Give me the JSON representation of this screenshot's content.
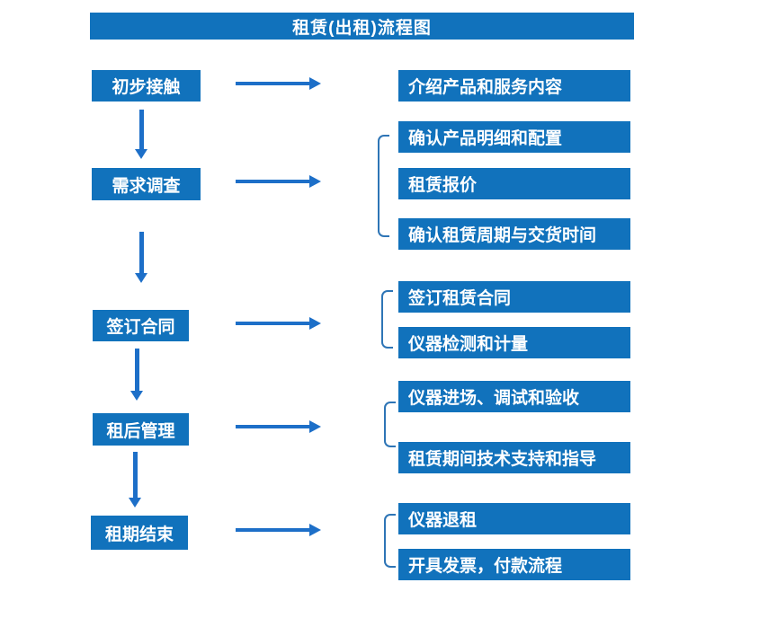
{
  "title": "租赁(出租)流程图",
  "colors": {
    "box_blue": "#1172bc",
    "arrow_blue": "#1d6fc8",
    "bracket_blue": "#2e75b6",
    "text_white": "#ffffff",
    "background": "#ffffff"
  },
  "steps": [
    {
      "label": "初步接触",
      "details": [
        "介绍产品和服务内容"
      ]
    },
    {
      "label": "需求调查",
      "details": [
        "确认产品明细和配置",
        "租赁报价",
        "确认租赁周期与交货时间"
      ]
    },
    {
      "label": "签订合同",
      "details": [
        "签订租赁合同",
        "仪器检测和计量"
      ]
    },
    {
      "label": "租后管理",
      "details": [
        "仪器进场、调试和验收",
        "租赁期间技术支持和指导"
      ]
    },
    {
      "label": "租期结束",
      "details": [
        "仪器退租",
        "开具发票，付款流程"
      ]
    }
  ]
}
